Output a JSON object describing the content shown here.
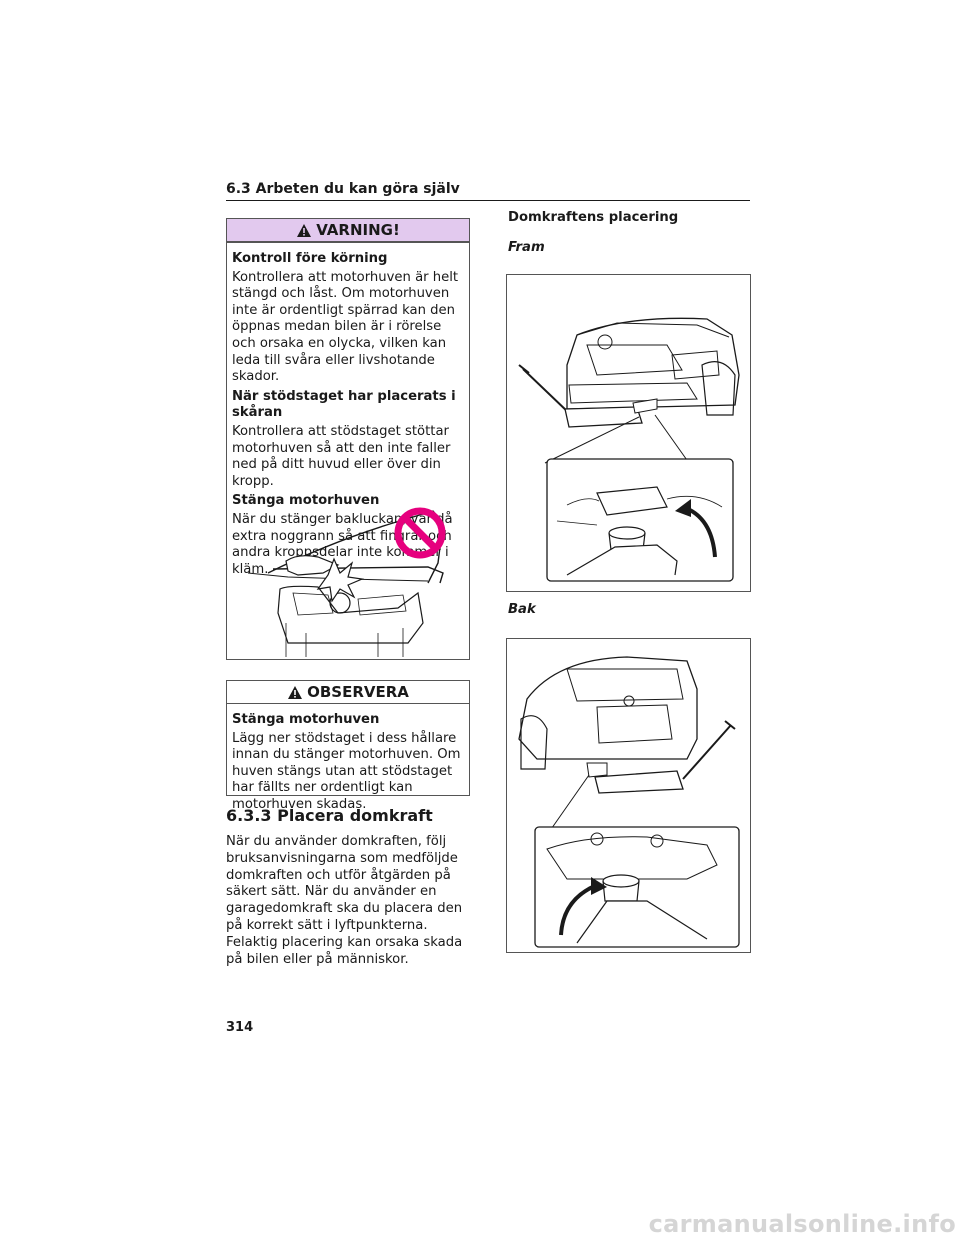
{
  "header": {
    "title": "6.3 Arbeten du kan göra själv"
  },
  "warning": {
    "title": "VARNING!",
    "items": [
      {
        "heading": "Kontroll före körning",
        "text": "Kontrollera att motorhuven är helt stängd och låst. Om motorhuven inte är ordentligt spärrad kan den öppnas medan bilen är i rörelse och orsaka en olycka, vilken kan leda till svåra eller livshotande skador."
      },
      {
        "heading": "När stödstaget har placerats i skåran",
        "text": "Kontrollera att stödstaget stöttar motorhuven så att den inte faller ned på ditt huvud eller över din kropp."
      },
      {
        "heading": "Stänga motorhuven",
        "text": "När du stänger bakluckan, var då extra noggrann så att fingrar och andra kroppsdelar inte kommer i kläm."
      }
    ],
    "prohibit_color": "#e6007e",
    "accent_color": "#e2c9ee"
  },
  "observera": {
    "title": "OBSERVERA",
    "heading": "Stänga motorhuven",
    "text": "Lägg ner stödstaget i dess hållare innan du stänger motorhuven. Om huven stängs utan att stödstaget har fällts ner ordentligt kan motorhuven skadas."
  },
  "section": {
    "heading": "6.3.3  Placera domkraft",
    "text": "När du använder domkraften, följ bruksanvisningarna som medföljde domkraften och utför åtgärden på säkert sätt. När du använder en garagedomkraft ska du placera den på korrekt sätt i lyftpunkterna. Felaktig placering kan orsaka skada på bilen eller på människor."
  },
  "jack_placement": {
    "title": "Domkraftens placering",
    "front_label": "Fram",
    "rear_label": "Bak"
  },
  "page_number": "314",
  "watermark": "carmanualsonline.info"
}
